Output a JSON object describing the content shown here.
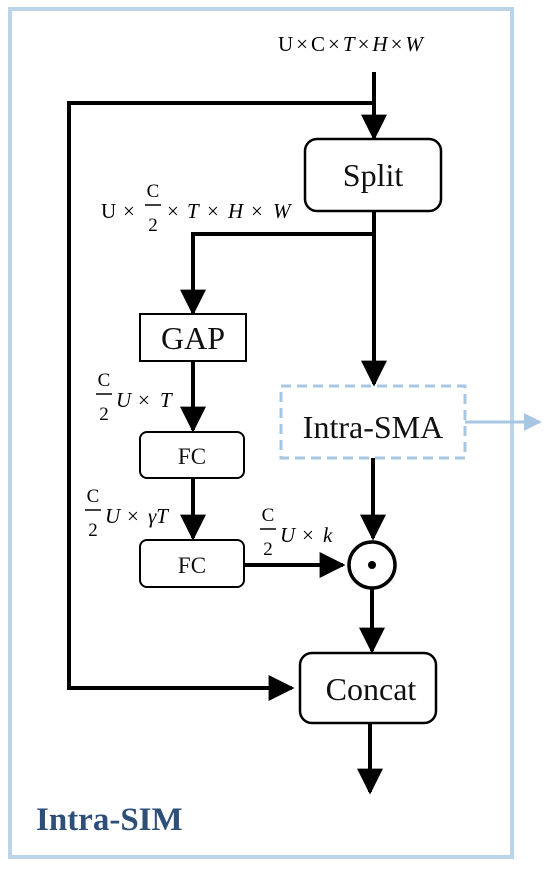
{
  "diagram": {
    "title": "Intra-SIM",
    "nodes": {
      "split": "Split",
      "gap": "GAP",
      "fc1": "FC",
      "fc2": "FC",
      "intra_sma": "Intra-SMA",
      "concat": "Concat",
      "product_symbol": "•"
    },
    "labels": {
      "input": {
        "u": "U",
        "c": "C",
        "t": "T",
        "h": "H",
        "w": "W",
        "times": "×"
      },
      "split_out": {
        "u": "U",
        "num": "C",
        "den": "2",
        "t": "T",
        "h": "H",
        "w": "W",
        "times": "×"
      },
      "gap_out": {
        "num": "C",
        "den": "2",
        "u": "U",
        "t": "T",
        "times": "×"
      },
      "fc1_out": {
        "num": "C",
        "den": "2",
        "u": "U",
        "gamma_t": "γT",
        "times": "×"
      },
      "fc2_out": {
        "num": "C",
        "den": "2",
        "u": "U",
        "k": "k",
        "times": "×"
      }
    },
    "colors": {
      "frame": "#bcd4ea",
      "dashed_box": "#a7c6e2",
      "title": "#2d4f78",
      "lines": "#000000"
    }
  }
}
